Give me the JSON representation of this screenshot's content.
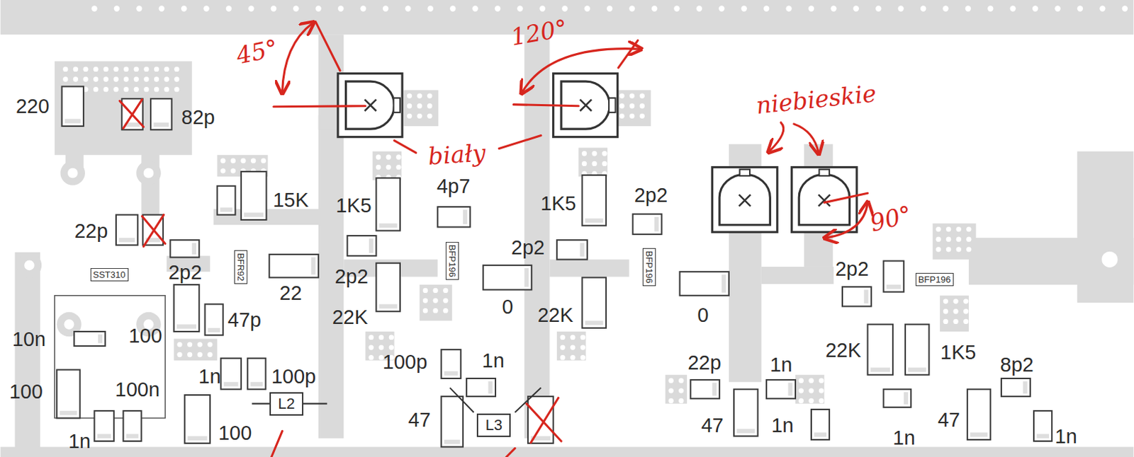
{
  "diagram": {
    "nodes": [
      {
        "text": [
          "BFR92"
        ]
      },
      {
        "text": [
          "BFP196"
        ]
      },
      {
        "text": [
          "BFP196"
        ]
      },
      {
        "text": [
          "SST310"
        ]
      },
      {
        "text": [
          "BFP196"
        ]
      },
      {
        "text": [
          "L2"
        ]
      },
      {
        "text": [
          "L3"
        ]
      }
    ],
    "labels": [
      "220",
      "82p",
      "45°",
      "120°",
      "biały",
      "niebieskie",
      "15K",
      "1K5",
      "4p7",
      "1K5",
      "2p2",
      "90°",
      "22p",
      "2p2",
      "2p2",
      "22",
      "2p2",
      "2p2",
      "47p",
      "22K",
      "0",
      "22K",
      "0",
      "10n",
      "100",
      "22K",
      "1K5",
      "100p",
      "1n",
      "22p",
      "1n",
      "8p2",
      "1n",
      "100p",
      "100",
      "100n",
      "47",
      "47",
      "1n",
      "47",
      "100",
      "1n",
      "1n",
      "1n"
    ]
  }
}
